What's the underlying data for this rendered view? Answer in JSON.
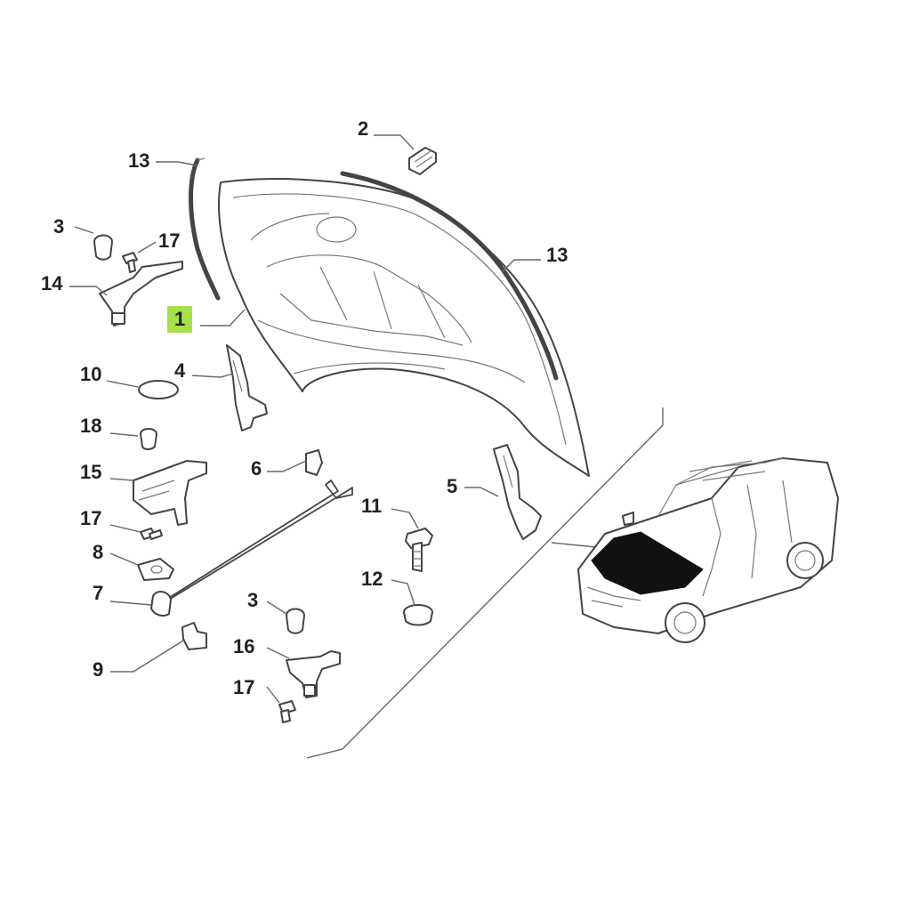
{
  "labels": {
    "p1": "1",
    "p2": "2",
    "p3a": "3",
    "p3b": "3",
    "p4": "4",
    "p5": "5",
    "p6": "6",
    "p7": "7",
    "p8": "8",
    "p9": "9",
    "p10": "10",
    "p11": "11",
    "p12": "12",
    "p13a": "13",
    "p13b": "13",
    "p14": "14",
    "p15": "15",
    "p16": "16",
    "p17a": "17",
    "p17b": "17",
    "p17c": "17",
    "p18": "18"
  },
  "colors": {
    "highlight": "#a6e04a",
    "line": "#444444",
    "hood_fill": "#111111"
  }
}
